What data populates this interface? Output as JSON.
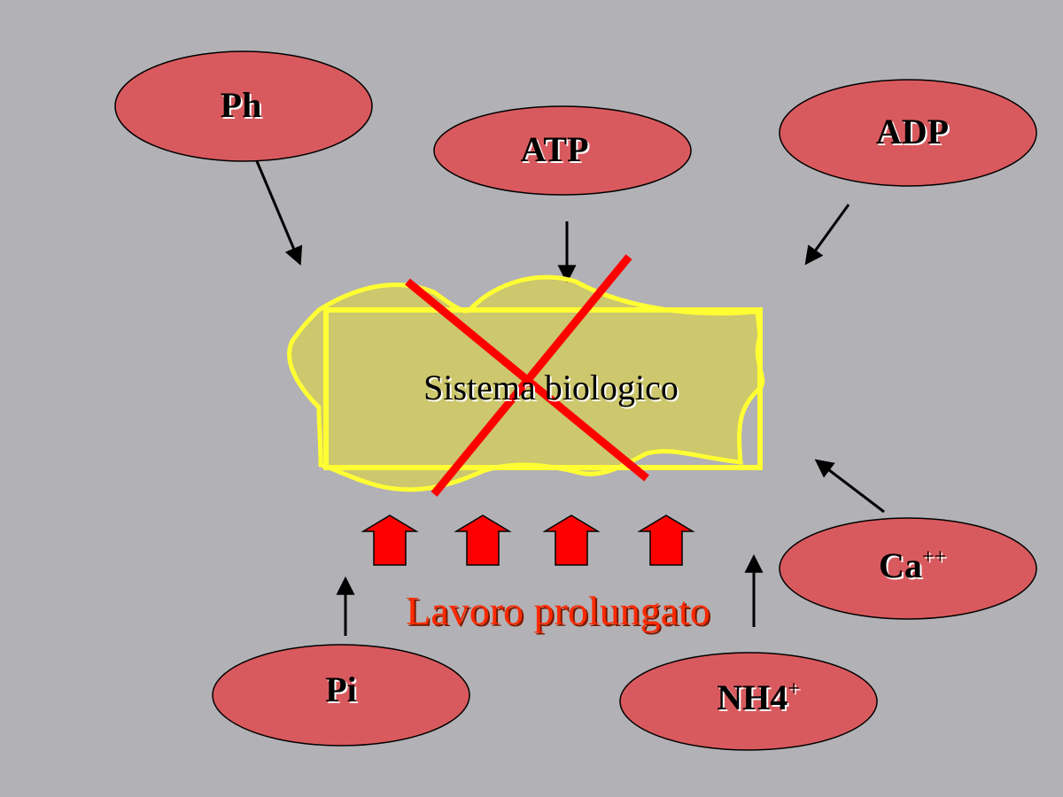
{
  "colors": {
    "background": "#b2b1b5",
    "ellipse_fill": "#d95a5e",
    "system_outline": "#ffff33",
    "system_fill": "#d6cf55",
    "cross": "#ff0000",
    "thick_arrow": "#ff0000",
    "label_text": "#000000",
    "work_text": "#ff2a00"
  },
  "nodes": {
    "ph": {
      "label": "Ph",
      "sup": ""
    },
    "atp": {
      "label": "ATP",
      "sup": ""
    },
    "adp": {
      "label": "ADP",
      "sup": ""
    },
    "ca": {
      "label": "Ca",
      "sup": "++"
    },
    "pi": {
      "label": "Pi",
      "sup": ""
    },
    "nh4": {
      "label": "NH4",
      "sup": "+"
    }
  },
  "center": {
    "label": "Sistema biologico",
    "crossed_out": true
  },
  "work": {
    "label": "Lavoro prolungato"
  },
  "icons": {
    "cross": "x-mark-icon",
    "thick_arrow": "up-arrow-icon"
  }
}
